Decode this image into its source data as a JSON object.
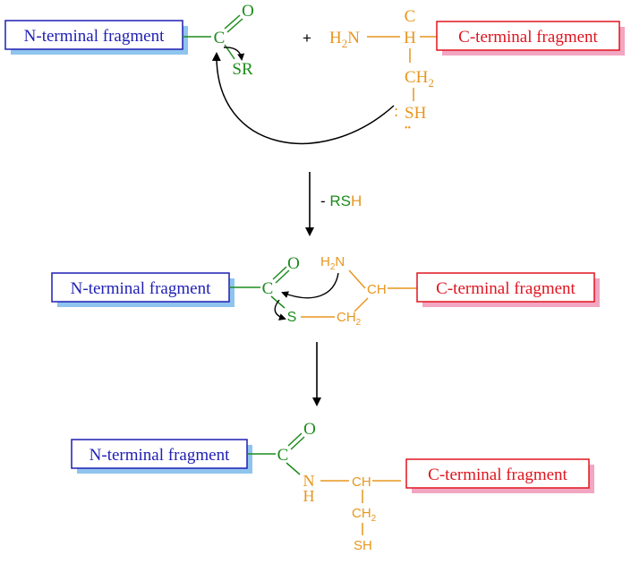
{
  "labels": {
    "n_fragment": "N-terminal fragment",
    "c_fragment": "C-terminal fragment",
    "plus": "+",
    "minus": "- ",
    "rsh_rs": "RS",
    "rsh_h": "H"
  },
  "atoms": {
    "c": "C",
    "o": "O",
    "sr": "SR",
    "h2n": "H",
    "h2n_sub": "2",
    "h2n_n": "N",
    "h": "H",
    "ch2": "CH",
    "ch2_sub": "2",
    "sh": "SH",
    "s": "S",
    "ch": "CH",
    "n": "N",
    "lone_pair": ":",
    "lone_pair_bottom": "••"
  },
  "colors": {
    "n_box": "#1f1fb4",
    "n_shadow": "#8fc4ee",
    "c_box": "#e0141e",
    "c_shadow": "#f2a6c2",
    "green": "#1e8c1e",
    "orange": "#e8961e",
    "arrow": "#000000"
  }
}
